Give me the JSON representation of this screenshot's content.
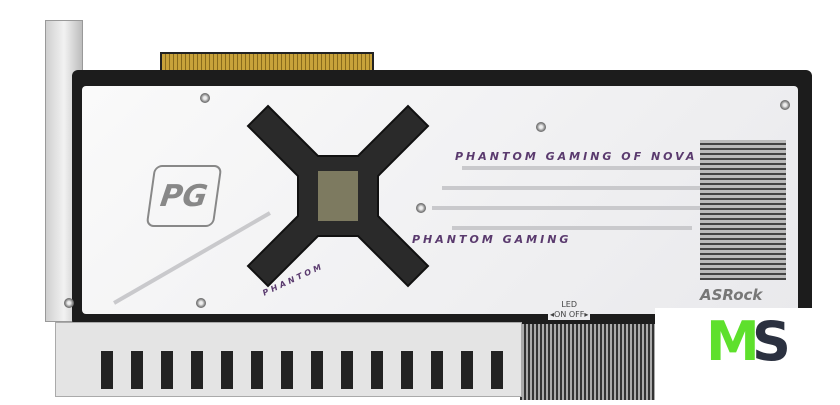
{
  "product": {
    "plate_text_1": "PHANTOM GAMING OF NOVA",
    "plate_text_2": "PHANTOM GAMING",
    "plate_text_3": "PHANTOM",
    "logo_text": "PG",
    "brand": "ASRock",
    "led_label": "LED",
    "led_on": "◂ON",
    "led_off": "OFF▸"
  },
  "watermark": {
    "m": "M",
    "s": "S",
    "colors": {
      "m": "#5ee02c",
      "s": "#2b3140"
    }
  }
}
